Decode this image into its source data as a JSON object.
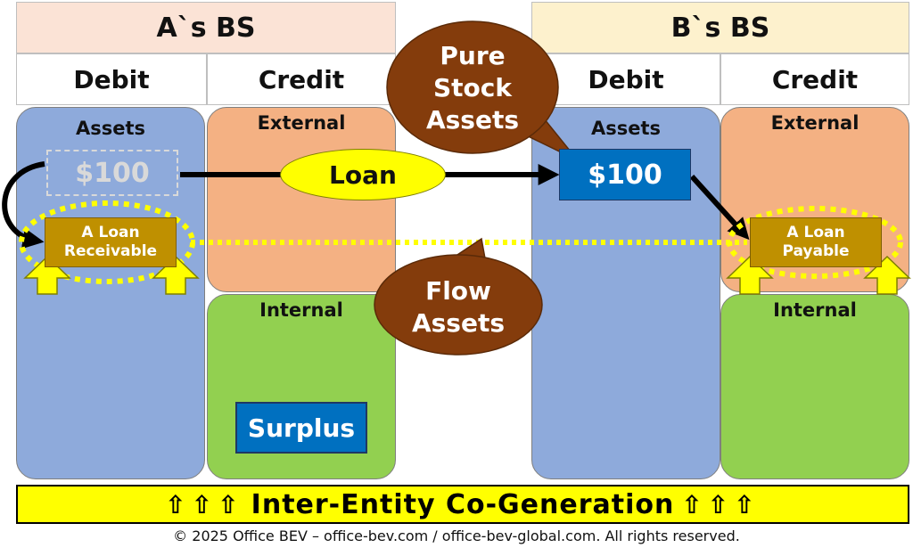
{
  "headers": {
    "a_bs": "A`s BS",
    "b_bs": "B`s BS",
    "a_debit": "Debit",
    "a_credit": "Credit",
    "b_debit": "Debit",
    "b_credit": "Credit"
  },
  "a_side": {
    "assets_label": "Assets",
    "ghost_amount": "$100",
    "receivable_line1": "A Loan",
    "receivable_line2": "Receivable",
    "external_label": "External",
    "internal_label": "Internal",
    "surplus_label": "Surplus"
  },
  "b_side": {
    "assets_label": "Assets",
    "amount": "$100",
    "payable_line1": "A Loan",
    "payable_line2": "Payable",
    "external_label": "External",
    "internal_label": "Internal"
  },
  "flow": {
    "loan_label": "Loan"
  },
  "callouts": {
    "pure_line1": "Pure",
    "pure_line2": "Stock",
    "pure_line3": "Assets",
    "flow_line1": "Flow",
    "flow_line2": "Assets"
  },
  "banner": {
    "left_arrows": "⇧⇧⇧",
    "text": "Inter-Entity Co-Generation",
    "right_arrows": "⇧⇧⇧"
  },
  "footer": "© 2025 Office BEV – office-bev.com / office-bev-global.com. All rights reserved.",
  "colors": {
    "assets_blue": "#8eaadb",
    "external_orange": "#f4b183",
    "internal_green": "#92d050",
    "amount_blue": "#0070c0",
    "loan_box_gold": "#bf9000",
    "callout_brown": "#843c0c",
    "highlight_yellow": "#ffff00"
  }
}
